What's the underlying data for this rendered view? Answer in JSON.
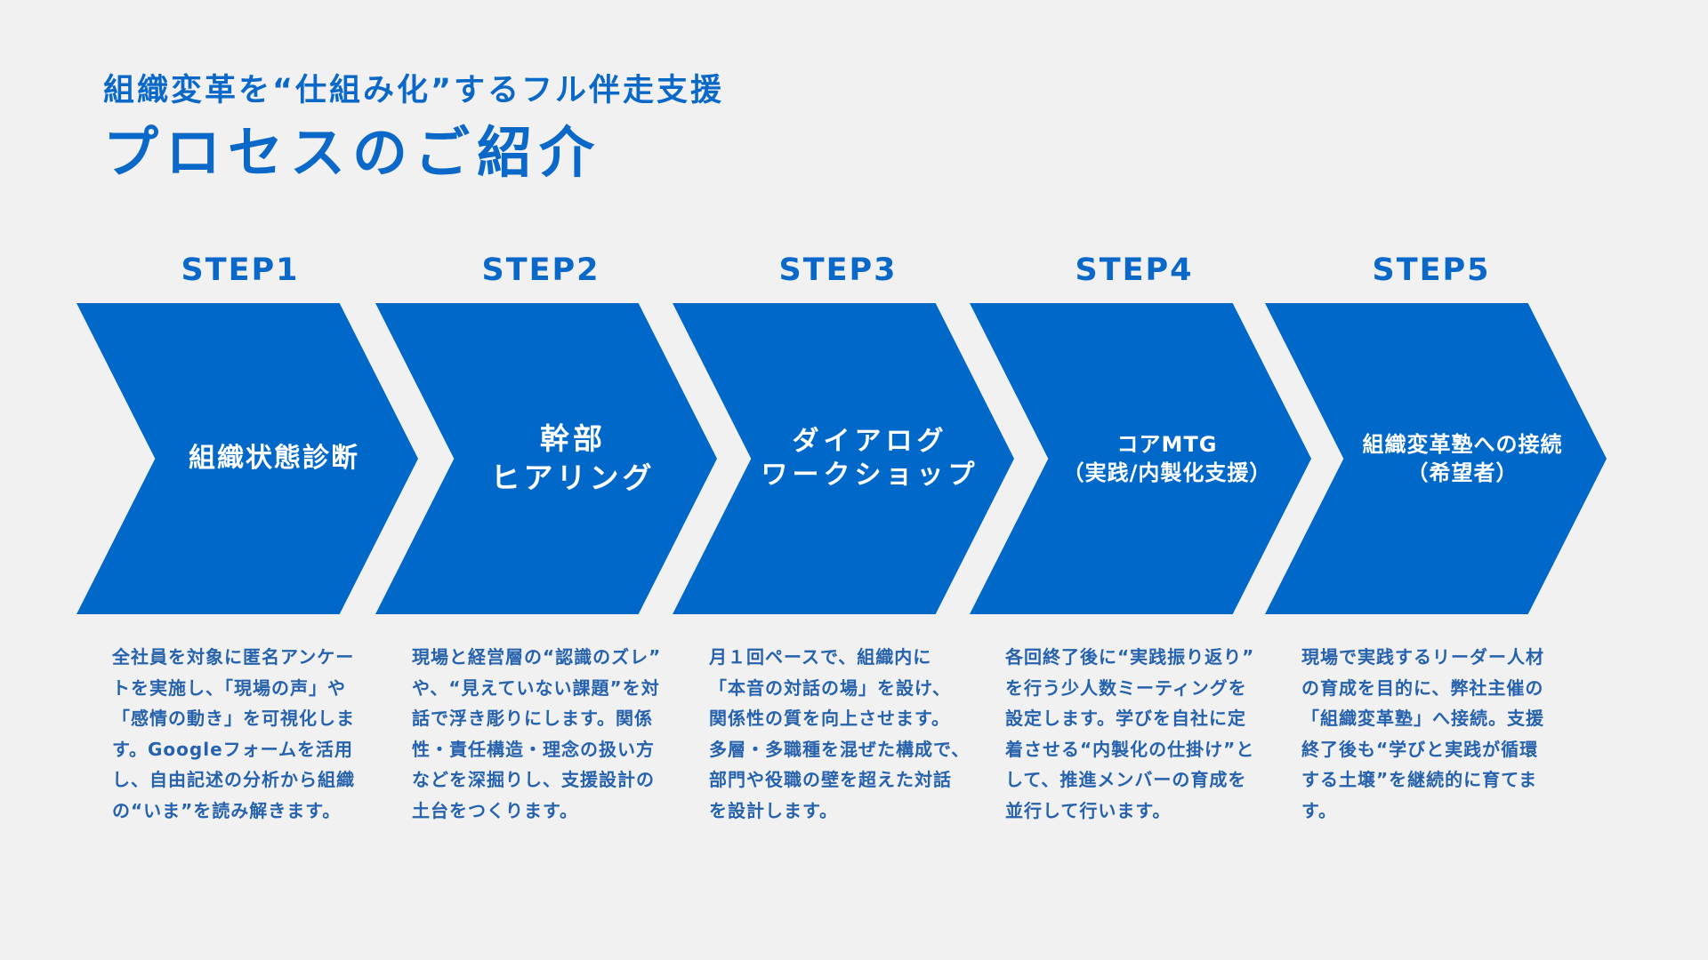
{
  "header": {
    "subtitle": "組織変革を“仕組み化”するフル伴走支援",
    "title": "プロセスのご紹介"
  },
  "colors": {
    "background": "#f1f1f1",
    "accent": "#0068c8",
    "text_blue": "#0a68c9",
    "body_text": "#2662ad"
  },
  "steps": [
    {
      "label": "STEP1",
      "title_lines": [
        "組織状態診断"
      ],
      "description": "全社員を対象に匿名アンケー\nトを実施し、「現場の声」や\n「感情の動き」を可視化しま\nす。Googleフォームを活用\nし、自由記述の分析から組織\nの“いま”を読み解きます。"
    },
    {
      "label": "STEP2",
      "title_lines": [
        "幹部",
        "ヒアリング"
      ],
      "description": "現場と経営層の“認識のズレ”\nや、“見えていない課題”を対\n話で浮き彫りにします。関係\n性・責任構造・理念の扱い方\nなどを深掘りし、支援設計の\n土台をつくります。"
    },
    {
      "label": "STEP3",
      "title_lines": [
        "ダイアログ",
        "ワークショップ"
      ],
      "description": "月１回ペースで、組織内に\n「本音の対話の場」を設け、\n関係性の質を向上させます。\n多層・多職種を混ぜた構成で、\n部門や役職の壁を超えた対話\nを設計します。"
    },
    {
      "label": "STEP4",
      "title_lines": [
        "コアMTG",
        "（実践/内製化支援）"
      ],
      "description": "各回終了後に“実践振り返り”\nを行う少人数ミーティングを\n設定します。学びを自社に定\n着させる“内製化の仕掛け”と\nして、推進メンバーの育成を\n並行して行います。"
    },
    {
      "label": "STEP5",
      "title_lines": [
        "組織変革塾への接続",
        "（希望者）"
      ],
      "description": "現場で実践するリーダー人材\nの育成を目的に、弊社主催の\n「組織変革塾」へ接続。支援\n終了後も“学びと実践が循環\nする土壌”を継続的に育てま\nす。"
    }
  ]
}
